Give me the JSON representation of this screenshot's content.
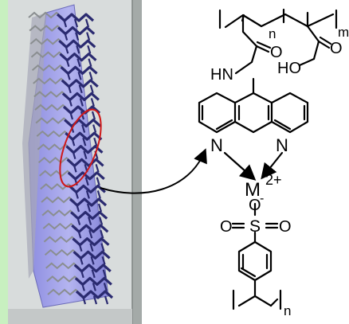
{
  "rendering_panel": {
    "background": "#d8dcdc",
    "frame_color": "#9aa09e",
    "edge_color": "#c8f0c0",
    "sheet_color": "#9c9ce8",
    "chain_color": "#2a2a70",
    "highlight_color": "#d01818"
  },
  "structure": {
    "bond_color": "#000000",
    "subscript_n_top": "n",
    "subscript_m": "m",
    "amide_oxygen": "O",
    "amine_label": "HN",
    "acid_oxygen": "O",
    "acid_hydroxyl": "HO",
    "nitrogen_left": "N",
    "nitrogen_right": "N",
    "metal": "M",
    "metal_charge": "2+",
    "sulfonate_oxygen_top": "O",
    "sulfonate_charge": "-",
    "sulfur": "S",
    "sulfonyl_oxygen_left": "O",
    "sulfonyl_oxygen_right": "O",
    "subscript_n_bottom": "n"
  }
}
